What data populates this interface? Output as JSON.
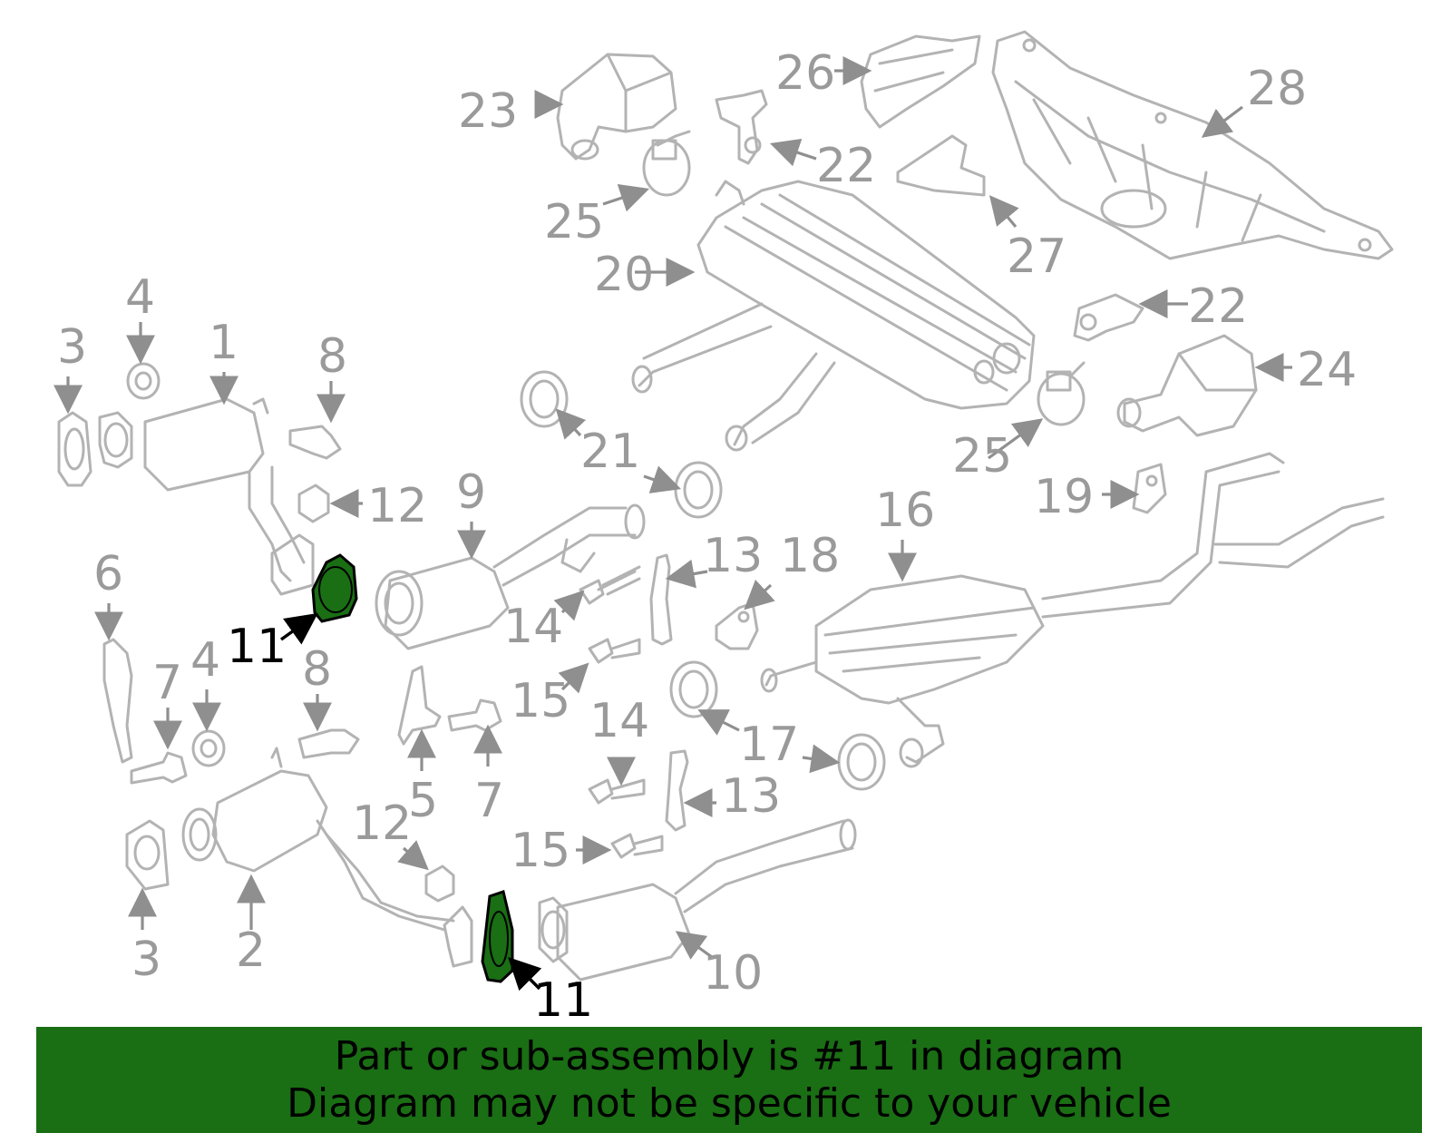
{
  "labels": {
    "l1": "1",
    "l2": "2",
    "l3a": "3",
    "l3b": "3",
    "l4a": "4",
    "l4b": "4",
    "l5": "5",
    "l6": "6",
    "l7a": "7",
    "l7b": "7",
    "l8a": "8",
    "l8b": "8",
    "l9": "9",
    "l10": "10",
    "l11a": "11",
    "l11b": "11",
    "l12a": "12",
    "l12b": "12",
    "l13a": "13",
    "l13b": "13",
    "l14a": "14",
    "l14b": "14",
    "l15a": "15",
    "l15b": "15",
    "l16": "16",
    "l17": "17",
    "l18": "18",
    "l19": "19",
    "l20": "20",
    "l21": "21",
    "l22a": "22",
    "l22b": "22",
    "l23": "23",
    "l24": "24",
    "l25a": "25",
    "l25b": "25",
    "l26": "26",
    "l27": "27",
    "l28": "28"
  },
  "highlight_part": "11",
  "colors": {
    "highlight": "#1a6e14",
    "parts": "#b3b3b3",
    "labels": "#9a9a9a"
  },
  "banner": {
    "line1": "Part or sub-assembly is #11 in diagram",
    "line2": "Diagram may not be specific to your vehicle"
  }
}
